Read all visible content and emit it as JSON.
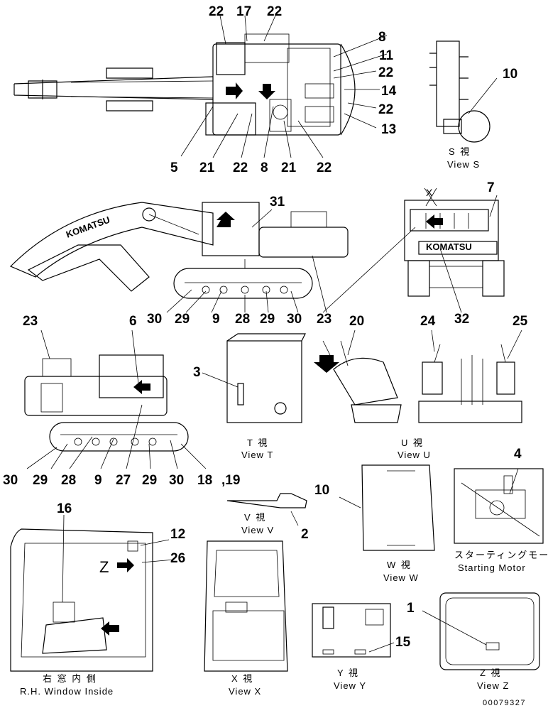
{
  "callouts": {
    "top": [
      "22",
      "17",
      "22",
      "8",
      "11",
      "22",
      "14",
      "22",
      "13",
      "5",
      "21",
      "22",
      "8",
      "21",
      "22",
      "10"
    ],
    "side": [
      "31",
      "7",
      "30",
      "29",
      "9",
      "28",
      "29",
      "30",
      "23",
      "32"
    ],
    "mid": [
      "23",
      "6",
      "3",
      "20",
      "24",
      "25",
      "30",
      "29",
      "28",
      "9",
      "27",
      "29",
      "30",
      "18",
      ",19"
    ],
    "lower": [
      "16",
      "12",
      "26",
      "2",
      "10",
      "4",
      "1",
      "15"
    ]
  },
  "views": {
    "s": {
      "jp": "S 視",
      "en": "View S"
    },
    "t": {
      "jp": "T 視",
      "en": "View T"
    },
    "u": {
      "jp": "U 視",
      "en": "View U"
    },
    "v": {
      "jp": "V 視",
      "en": "View V"
    },
    "w": {
      "jp": "W 視",
      "en": "View W"
    },
    "x": {
      "jp": "X 視",
      "en": "View X"
    },
    "y": {
      "jp": "Y 視",
      "en": "View Y"
    },
    "z": {
      "jp": "Z 視",
      "en": "View Z"
    },
    "rh": {
      "jp": "右 窓 内 側",
      "en": "R.H. Window Inside"
    },
    "starting": {
      "jp": "スターティングモータ",
      "en": "Starting Motor"
    }
  },
  "marks": {
    "x": "X",
    "z": "Z"
  },
  "brand": "KOMATSU",
  "drawing_number": "00079327"
}
